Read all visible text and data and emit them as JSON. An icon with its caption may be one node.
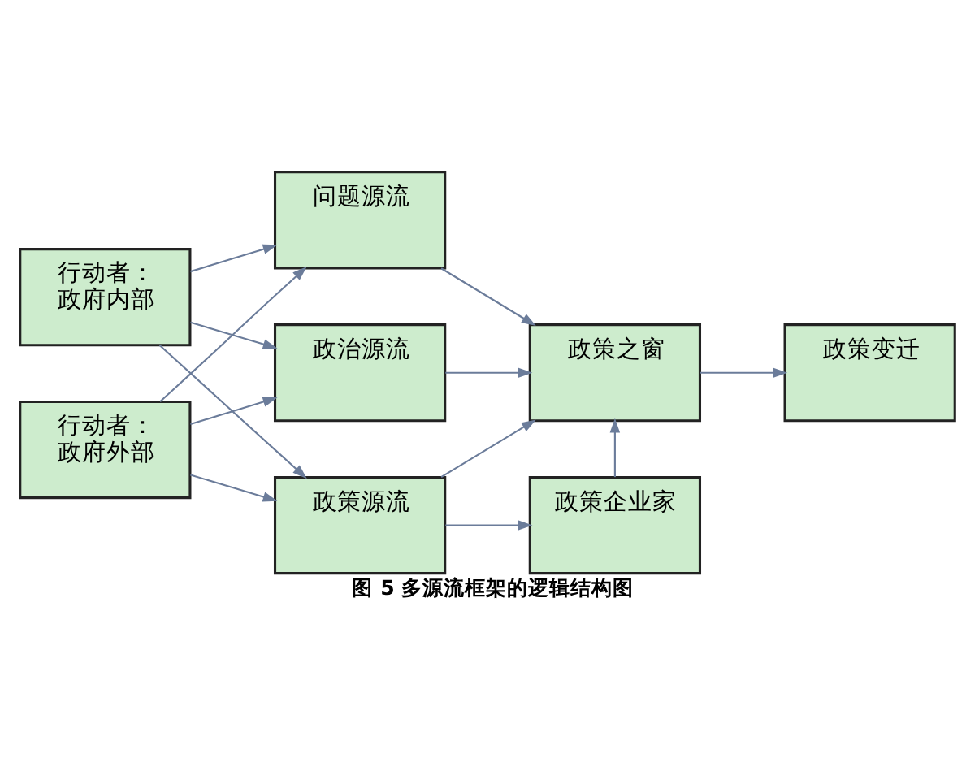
{
  "diagram": {
    "caption": "图 5 多源流框架的逻辑结构图",
    "nodes": [
      {
        "text": [
          "行动者：政府内部"
        ]
      },
      {
        "text": [
          "行动者：政府外部"
        ]
      },
      {
        "text": [
          "问题源流"
        ]
      },
      {
        "text": [
          "政治源流"
        ]
      },
      {
        "text": [
          "政策源流"
        ]
      },
      {
        "text": [
          "政策之窗"
        ]
      },
      {
        "text": [
          "政策变迁"
        ]
      },
      {
        "text": [
          "政策企业家"
        ]
      }
    ],
    "edges": [
      {
        "from": 0,
        "to": 2,
        "arrow": "to"
      },
      {
        "from": 0,
        "to": 3,
        "arrow": "to"
      },
      {
        "from": 0,
        "to": 4,
        "arrow": "to"
      },
      {
        "from": 1,
        "to": 2,
        "arrow": "to"
      },
      {
        "from": 1,
        "to": 3,
        "arrow": "to"
      },
      {
        "from": 1,
        "to": 4,
        "arrow": "to"
      },
      {
        "from": 2,
        "to": 5,
        "arrow": "to"
      },
      {
        "from": 3,
        "to": 5,
        "arrow": "to"
      },
      {
        "from": 4,
        "to": 5,
        "arrow": "to"
      },
      {
        "from": 4,
        "to": 7,
        "arrow": "to"
      },
      {
        "from": 7,
        "to": 5,
        "arrow": "to"
      },
      {
        "from": 5,
        "to": 6,
        "arrow": "to"
      }
    ]
  }
}
